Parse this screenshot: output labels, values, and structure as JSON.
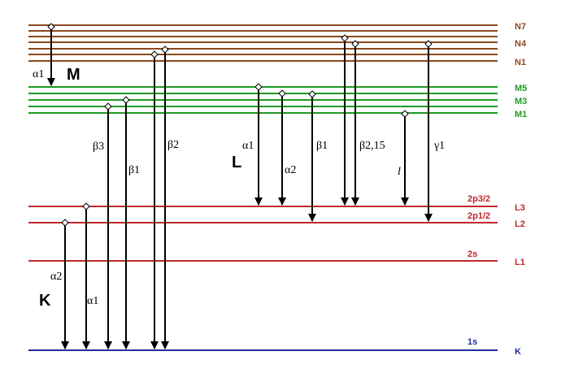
{
  "colors": {
    "n_shell": "#8b4a1e",
    "m_shell": "#1f9a1f",
    "l_shell": "#c0282d",
    "k_shell": "#1f2f9a",
    "arrow": "#000000"
  },
  "shells": {
    "N": {
      "labels": [
        "N7",
        "N4",
        "N1"
      ]
    },
    "M": {
      "labels": [
        "M5",
        "M3",
        "M1"
      ]
    },
    "L": {
      "labels": [
        "L3",
        "L2",
        "L1"
      ],
      "orbitals": [
        "2p3/2",
        "2p1/2",
        "2s"
      ]
    },
    "K": {
      "label": "K",
      "orbital": "1s"
    }
  },
  "series": {
    "M": {
      "name": "M",
      "line": "α1"
    },
    "L": {
      "name": "L",
      "lines": [
        "α1",
        "α2",
        "β1",
        "β2,15",
        "l",
        "γ1"
      ]
    },
    "K": {
      "name": "K",
      "lines": [
        "α2",
        "α1",
        "β3",
        "β1",
        "β2"
      ]
    }
  }
}
